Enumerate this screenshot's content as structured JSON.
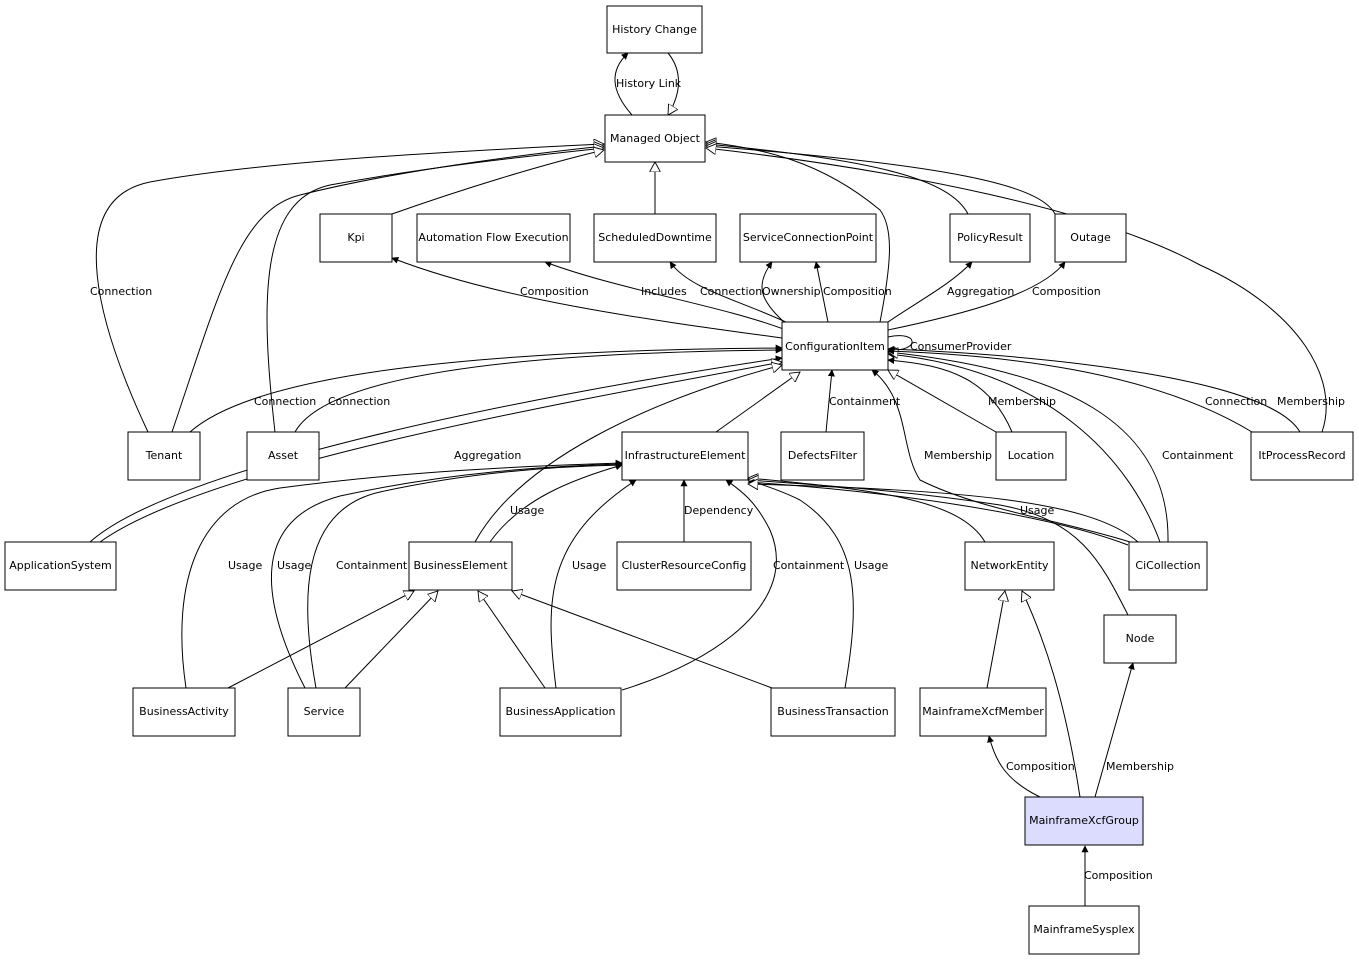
{
  "nodes": [
    {
      "id": "history-change",
      "label": "History Change"
    },
    {
      "id": "managed-object",
      "label": "Managed Object"
    },
    {
      "id": "kpi",
      "label": "Kpi"
    },
    {
      "id": "automation-flow-execution",
      "label": "Automation Flow Execution"
    },
    {
      "id": "scheduled-downtime",
      "label": "ScheduledDowntime"
    },
    {
      "id": "service-connection-point",
      "label": "ServiceConnectionPoint"
    },
    {
      "id": "policy-result",
      "label": "PolicyResult"
    },
    {
      "id": "outage",
      "label": "Outage"
    },
    {
      "id": "configuration-item",
      "label": "ConfigurationItem"
    },
    {
      "id": "tenant",
      "label": "Tenant"
    },
    {
      "id": "asset",
      "label": "Asset"
    },
    {
      "id": "infrastructure-element",
      "label": "InfrastructureElement"
    },
    {
      "id": "defects-filter",
      "label": "DefectsFilter"
    },
    {
      "id": "location",
      "label": "Location"
    },
    {
      "id": "it-process-record",
      "label": "ItProcessRecord"
    },
    {
      "id": "application-system",
      "label": "ApplicationSystem"
    },
    {
      "id": "business-element",
      "label": "BusinessElement"
    },
    {
      "id": "cluster-resource-config",
      "label": "ClusterResourceConfig"
    },
    {
      "id": "network-entity",
      "label": "NetworkEntity"
    },
    {
      "id": "ci-collection",
      "label": "CiCollection"
    },
    {
      "id": "node",
      "label": "Node"
    },
    {
      "id": "business-activity",
      "label": "BusinessActivity"
    },
    {
      "id": "service",
      "label": "Service"
    },
    {
      "id": "business-application",
      "label": "BusinessApplication"
    },
    {
      "id": "business-transaction",
      "label": "BusinessTransaction"
    },
    {
      "id": "mainframe-xcf-member",
      "label": "MainframeXcfMember"
    },
    {
      "id": "mainframe-xcf-group",
      "label": "MainframeXcfGroup"
    },
    {
      "id": "mainframe-sysplex",
      "label": "MainframeSysplex"
    }
  ],
  "edge_labels": {
    "history_link": "History Link",
    "connection_tenant": "Connection",
    "composition_kpi": "Composition",
    "includes": "Includes",
    "connection_scheduled": "Connection",
    "ownership": "Ownership",
    "composition_scp": "Composition",
    "aggregation_policy": "Aggregation",
    "composition_outage": "Composition",
    "consumer_provider": "ConsumerProvider",
    "connection_tenant_ci": "Connection",
    "connection_asset_ci": "Connection",
    "containment_defects": "Containment",
    "membership_location": "Membership",
    "connection_itpr": "Connection",
    "membership_itpr": "Membership",
    "aggregation_appsys": "Aggregation",
    "membership_cicoll": "Membership",
    "containment_cicoll": "Containment",
    "usage_business_element": "Usage",
    "dependency": "Dependency",
    "usage_cicoll_ie": "Usage",
    "usage_business_activity": "Usage",
    "usage_service": "Usage",
    "containment_service": "Containment",
    "usage_business_application": "Usage",
    "containment_business_application": "Containment",
    "usage_business_transaction": "Usage",
    "composition_xcf_member": "Composition",
    "membership_node": "Membership",
    "composition_sysplex": "Composition"
  },
  "colors": {
    "highlight_fill": "#dcdcff",
    "default_fill": "#ffffff",
    "stroke": "#000000"
  }
}
